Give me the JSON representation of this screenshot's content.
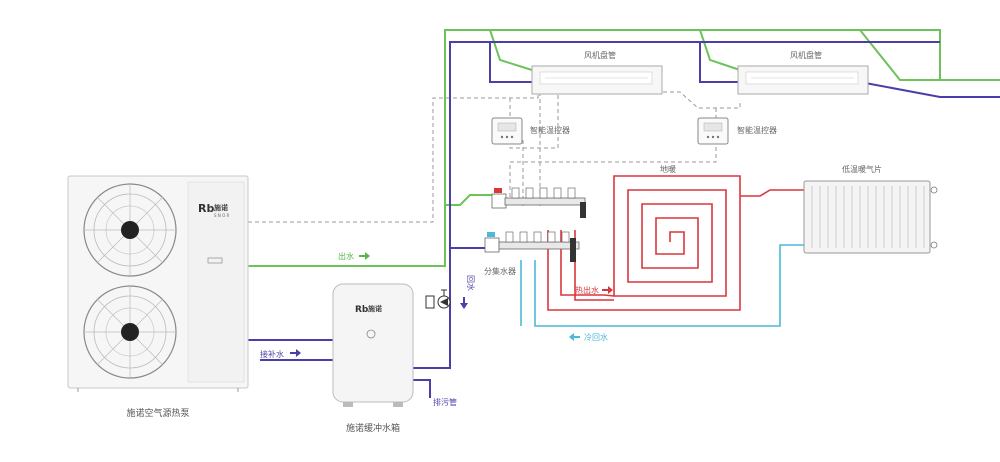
{
  "brand": {
    "logo_text": "施诺",
    "logo_sub": "S N O R"
  },
  "units": {
    "heat_pump": "施诺空气源热泵",
    "buffer_tank": "施诺缓冲水箱",
    "fan_coil_1": "风机盘管",
    "fan_coil_2": "风机盘管",
    "thermostat_1": "智能温控器",
    "thermostat_2": "智能温控器",
    "floor_heating": "地暖",
    "radiator": "低温暖气片",
    "manifold": "分集水器"
  },
  "flows": {
    "outlet_water": "出水",
    "return_water": "回水",
    "makeup_water": "接补水",
    "drain_pipe": "排污管",
    "hot_outlet": "热出水",
    "cold_return": "冷回水"
  },
  "colors": {
    "supply": "#6cc35a",
    "return": "#4a3fa8",
    "hot": "#d9363e",
    "cold": "#4bb9d8",
    "control": "#9a9a9a"
  }
}
